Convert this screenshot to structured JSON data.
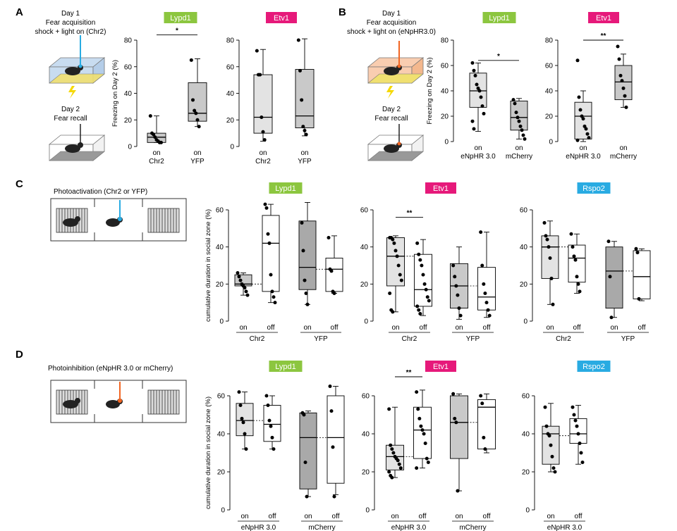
{
  "colors": {
    "lypd1": "#8cc63f",
    "etv1": "#e6197a",
    "rspo2": "#29abe2",
    "box_light": "#e3e3e3",
    "box_mid": "#c9c9c9",
    "box_dark": "#a9a9a9",
    "box_white": "#ffffff"
  },
  "panels": {
    "A": {
      "letter": "A",
      "day1": "Day 1",
      "day1_desc": [
        "Fear acquisition",
        "shock + light on (Chr2)"
      ],
      "day2": "Day 2",
      "day2_desc": "Fear recall",
      "light_color": "#29abe2",
      "box_tint": "#c8dcf0"
    },
    "B": {
      "letter": "B",
      "day1": "Day 1",
      "day1_desc": [
        "Fear acquisition",
        "shock + light on (eNpHR3.0)"
      ],
      "day2": "Day 2",
      "day2_desc": "Fear recall",
      "light_color": "#f26522",
      "box_tint": "#f9cdb0"
    },
    "C": {
      "letter": "C",
      "title": "Photoactivation (Chr2 or YFP)",
      "light_color": "#29abe2"
    },
    "D": {
      "letter": "D",
      "title": "Photoinhibition (eNpHR 3.0 or mCherry)",
      "light_color": "#f26522"
    }
  },
  "chart_data": [
    {
      "id": "A-Lypd1",
      "type": "box",
      "title": "Lypd1",
      "title_color": "lypd1",
      "ylabel": "Freezing on Day 2 (%)",
      "ylim": [
        0,
        80
      ],
      "yticks": [
        0,
        20,
        40,
        60,
        80
      ],
      "groups": [
        {
          "label": [
            "on",
            "Chr2"
          ],
          "fill": "box_mid",
          "min": 3,
          "q1": 3,
          "median": 7,
          "q3": 10,
          "max": 23,
          "points": [
            23,
            10,
            9,
            7,
            5,
            4,
            3,
            3
          ]
        },
        {
          "label": [
            "on",
            "YFP"
          ],
          "fill": "box_mid",
          "min": 15,
          "q1": 19,
          "median": 25,
          "q3": 48,
          "max": 66,
          "points": [
            65,
            35,
            27,
            25,
            20,
            15
          ]
        }
      ],
      "significance": [
        {
          "from": 0,
          "to": 1,
          "text": "*",
          "y": 84
        }
      ]
    },
    {
      "id": "A-Etv1",
      "type": "box",
      "title": "Etv1",
      "title_color": "etv1",
      "ylabel": "",
      "ylim": [
        0,
        80
      ],
      "yticks": [
        0,
        20,
        40,
        60,
        80
      ],
      "groups": [
        {
          "label": [
            "on",
            "Chr2"
          ],
          "fill": "box_light",
          "min": 4,
          "q1": 10,
          "median": 22,
          "q3": 54,
          "max": 73,
          "points": [
            72,
            54,
            54,
            22,
            11,
            5
          ]
        },
        {
          "label": [
            "on",
            "YFP"
          ],
          "fill": "box_mid",
          "min": 8,
          "q1": 14,
          "median": 23,
          "q3": 58,
          "max": 81,
          "points": [
            80,
            57,
            35,
            15,
            12,
            9
          ]
        }
      ],
      "significance": []
    },
    {
      "id": "B-Lypd1",
      "type": "box",
      "title": "Lypd1",
      "title_color": "lypd1",
      "ylabel": "Freezing on Day 2 (%)",
      "ylim": [
        0,
        80
      ],
      "yticks": [
        0,
        20,
        40,
        60,
        80
      ],
      "groups": [
        {
          "label": [
            "on",
            "eNpHR 3.0"
          ],
          "fill": "box_light",
          "min": 8,
          "q1": 27,
          "median": 40,
          "q3": 54,
          "max": 62,
          "points": [
            62,
            56,
            52,
            45,
            42,
            40,
            35,
            28,
            22,
            16,
            10
          ]
        },
        {
          "label": [
            "on",
            "mCherry"
          ],
          "fill": "box_mid",
          "min": 2,
          "q1": 9,
          "median": 19,
          "q3": 32,
          "max": 34,
          "points": [
            33,
            30,
            23,
            19,
            16,
            12,
            9,
            5,
            2
          ]
        }
      ],
      "significance": [
        {
          "from": 0,
          "to": 1,
          "text": "*",
          "y": 64
        }
      ]
    },
    {
      "id": "B-Etv1",
      "type": "box",
      "title": "Etv1",
      "title_color": "etv1",
      "ylabel": "",
      "ylim": [
        0,
        80
      ],
      "yticks": [
        0,
        20,
        40,
        60,
        80
      ],
      "groups": [
        {
          "label": [
            "on",
            "eNpHR 3.0"
          ],
          "fill": "box_light",
          "min": 0,
          "q1": 2,
          "median": 20,
          "q3": 31,
          "max": 40,
          "points": [
            64,
            35,
            25,
            20,
            18,
            12,
            10,
            6,
            3,
            1
          ]
        },
        {
          "label": [
            "on",
            "mCherry"
          ],
          "fill": "box_mid",
          "min": 27,
          "q1": 33,
          "median": 47,
          "q3": 60,
          "max": 69,
          "points": [
            75,
            65,
            52,
            48,
            42,
            36,
            27
          ]
        }
      ],
      "significance": [
        {
          "from": 0,
          "to": 1,
          "text": "**",
          "y": 80
        }
      ]
    },
    {
      "id": "C-Lypd1",
      "type": "box",
      "title": "Lypd1",
      "title_color": "lypd1",
      "ylabel": "cumulative duration in social zone (%)",
      "ylim": [
        0,
        60
      ],
      "yticks": [
        0,
        20,
        40,
        60
      ],
      "xgroups": [
        "Chr2",
        "YFP"
      ],
      "dashed": [
        20,
        28
      ],
      "groups": [
        {
          "label": [
            "on"
          ],
          "fill": "box_mid",
          "min": 14,
          "q1": 19,
          "median": 20,
          "q3": 25,
          "max": 26,
          "points": [
            26,
            24,
            22,
            20,
            19,
            18,
            16,
            14
          ]
        },
        {
          "label": [
            "off"
          ],
          "fill": "box_white",
          "min": 10,
          "q1": 16,
          "median": 42,
          "q3": 57,
          "max": 63,
          "points": [
            63,
            61,
            47,
            42,
            25,
            16,
            13,
            10
          ]
        },
        {
          "label": [
            "on"
          ],
          "fill": "box_dark",
          "min": 9,
          "q1": 17,
          "median": 29,
          "q3": 54,
          "max": 64,
          "points": [
            53,
            38,
            22,
            15,
            9
          ]
        },
        {
          "label": [
            "off"
          ],
          "fill": "box_white",
          "min": 15,
          "q1": 16,
          "median": 28,
          "q3": 34,
          "max": 46,
          "points": [
            45,
            28,
            27,
            16,
            15
          ]
        }
      ],
      "significance": []
    },
    {
      "id": "C-Etv1",
      "type": "box",
      "title": "Etv1",
      "title_color": "etv1",
      "ylabel": "",
      "ylim": [
        0,
        60
      ],
      "yticks": [
        0,
        20,
        40,
        60
      ],
      "xgroups": [
        "Chr2",
        "YFP"
      ],
      "dashed": [
        35,
        19
      ],
      "groups": [
        {
          "label": [
            "on"
          ],
          "fill": "box_light",
          "min": 5,
          "q1": 19,
          "median": 35,
          "q3": 45,
          "max": 46,
          "points": [
            45,
            45,
            44,
            42,
            38,
            35,
            30,
            25,
            22,
            15,
            6,
            5
          ]
        },
        {
          "label": [
            "off"
          ],
          "fill": "box_white",
          "min": 3,
          "q1": 8,
          "median": 17,
          "q3": 36,
          "max": 44,
          "points": [
            42,
            36,
            33,
            30,
            25,
            20,
            17,
            13,
            11,
            8,
            6,
            4
          ]
        },
        {
          "label": [
            "on"
          ],
          "fill": "box_mid",
          "min": 1,
          "q1": 7,
          "median": 19,
          "q3": 31,
          "max": 40,
          "points": [
            30,
            24,
            19,
            14,
            7,
            3
          ]
        },
        {
          "label": [
            "off"
          ],
          "fill": "box_white",
          "min": 2,
          "q1": 6,
          "median": 13,
          "q3": 29,
          "max": 48,
          "points": [
            48,
            30,
            20,
            15,
            10,
            6,
            3
          ]
        }
      ],
      "significance": [
        {
          "from": 0,
          "to": 1,
          "text": "**",
          "y": 56
        }
      ]
    },
    {
      "id": "C-Rspo2",
      "type": "box",
      "title": "Rspo2",
      "title_color": "rspo2",
      "ylabel": "",
      "ylim": [
        0,
        60
      ],
      "yticks": [
        0,
        20,
        40,
        60
      ],
      "xgroups": [
        "Chr2",
        "YFP"
      ],
      "dashed": [
        40,
        27
      ],
      "groups": [
        {
          "label": [
            "on"
          ],
          "fill": "box_light",
          "min": 9,
          "q1": 23,
          "median": 40,
          "q3": 46,
          "max": 54,
          "points": [
            53,
            46,
            44,
            40,
            34,
            23,
            9
          ]
        },
        {
          "label": [
            "off"
          ],
          "fill": "box_white",
          "min": 15,
          "q1": 21,
          "median": 34,
          "q3": 41,
          "max": 47,
          "points": [
            47,
            40,
            35,
            33,
            24,
            20,
            16
          ]
        },
        {
          "label": [
            "on"
          ],
          "fill": "box_dark",
          "min": 2,
          "q1": 7,
          "median": 27,
          "q3": 40,
          "max": 43,
          "points": [
            43,
            24,
            2
          ]
        },
        {
          "label": [
            "off"
          ],
          "fill": "box_white",
          "min": 11,
          "q1": 12,
          "median": 24,
          "q3": 38,
          "max": 39,
          "points": [
            39,
            37,
            12
          ]
        }
      ],
      "significance": []
    },
    {
      "id": "D-Lypd1",
      "type": "box",
      "title": "Lypd1",
      "title_color": "lypd1",
      "ylabel": "cumulative duration in social zone (%)",
      "ylim": [
        0,
        60
      ],
      "yticks": [
        0,
        20,
        40,
        60
      ],
      "xgroups": [
        "eNpHR 3.0",
        "mCherry"
      ],
      "dashed": [
        47,
        38
      ],
      "groups": [
        {
          "label": [
            "on"
          ],
          "fill": "box_light",
          "min": 32,
          "q1": 39,
          "median": 47,
          "q3": 56,
          "max": 62,
          "points": [
            62,
            55,
            48,
            46,
            40,
            32
          ]
        },
        {
          "label": [
            "off"
          ],
          "fill": "box_white",
          "min": 32,
          "q1": 36,
          "median": 45,
          "q3": 55,
          "max": 60,
          "points": [
            60,
            55,
            47,
            44,
            38,
            32
          ]
        },
        {
          "label": [
            "on"
          ],
          "fill": "box_dark",
          "min": 7,
          "q1": 11,
          "median": 38,
          "q3": 51,
          "max": 52,
          "points": [
            51,
            50,
            25,
            7
          ]
        },
        {
          "label": [
            "off"
          ],
          "fill": "box_white",
          "min": 8,
          "q1": 14,
          "median": 38,
          "q3": 60,
          "max": 65,
          "points": [
            65,
            52,
            33,
            7
          ]
        }
      ],
      "significance": []
    },
    {
      "id": "D-Etv1",
      "type": "box",
      "title": "Etv1",
      "title_color": "etv1",
      "ylabel": "",
      "ylim": [
        0,
        60
      ],
      "yticks": [
        0,
        20,
        40,
        60
      ],
      "xgroups": [
        "eNpHR 3.0",
        "mCherry"
      ],
      "dashed": [
        28,
        46
      ],
      "groups": [
        {
          "label": [
            "on"
          ],
          "fill": "box_light",
          "min": 17,
          "q1": 21,
          "median": 28,
          "q3": 34,
          "max": 54,
          "points": [
            53,
            34,
            32,
            30,
            28,
            27,
            26,
            24,
            22,
            20,
            18,
            17
          ]
        },
        {
          "label": [
            "off"
          ],
          "fill": "box_white",
          "min": 22,
          "q1": 27,
          "median": 42,
          "q3": 54,
          "max": 63,
          "points": [
            62,
            53,
            48,
            44,
            42,
            40,
            35,
            27,
            25,
            22
          ]
        },
        {
          "label": [
            "on"
          ],
          "fill": "box_mid",
          "min": 10,
          "q1": 27,
          "median": 46,
          "q3": 60,
          "max": 61,
          "points": [
            61,
            48,
            46,
            10
          ]
        },
        {
          "label": [
            "off"
          ],
          "fill": "box_white",
          "min": 30,
          "q1": 32,
          "median": 54,
          "q3": 58,
          "max": 61,
          "points": [
            60,
            56,
            38,
            32
          ]
        }
      ],
      "significance": [
        {
          "from": 0,
          "to": 1,
          "text": "**",
          "y": 70
        }
      ]
    },
    {
      "id": "D-Rspo2",
      "type": "box",
      "title": "Rspo2",
      "title_color": "rspo2",
      "ylabel": "",
      "ylim": [
        0,
        60
      ],
      "yticks": [
        0,
        20,
        40,
        60
      ],
      "xgroups": [
        "eNpHR 3.0"
      ],
      "dashed": [
        39
      ],
      "groups": [
        {
          "label": [
            "on"
          ],
          "fill": "box_light",
          "min": 20,
          "q1": 24,
          "median": 40,
          "q3": 44,
          "max": 56,
          "points": [
            54,
            44,
            40,
            39,
            34,
            28,
            22,
            20
          ]
        },
        {
          "label": [
            "off"
          ],
          "fill": "box_white",
          "min": 24,
          "q1": 35,
          "median": 40,
          "q3": 48,
          "max": 55,
          "points": [
            54,
            50,
            47,
            44,
            40,
            35,
            30,
            25
          ]
        }
      ],
      "significance": []
    }
  ]
}
